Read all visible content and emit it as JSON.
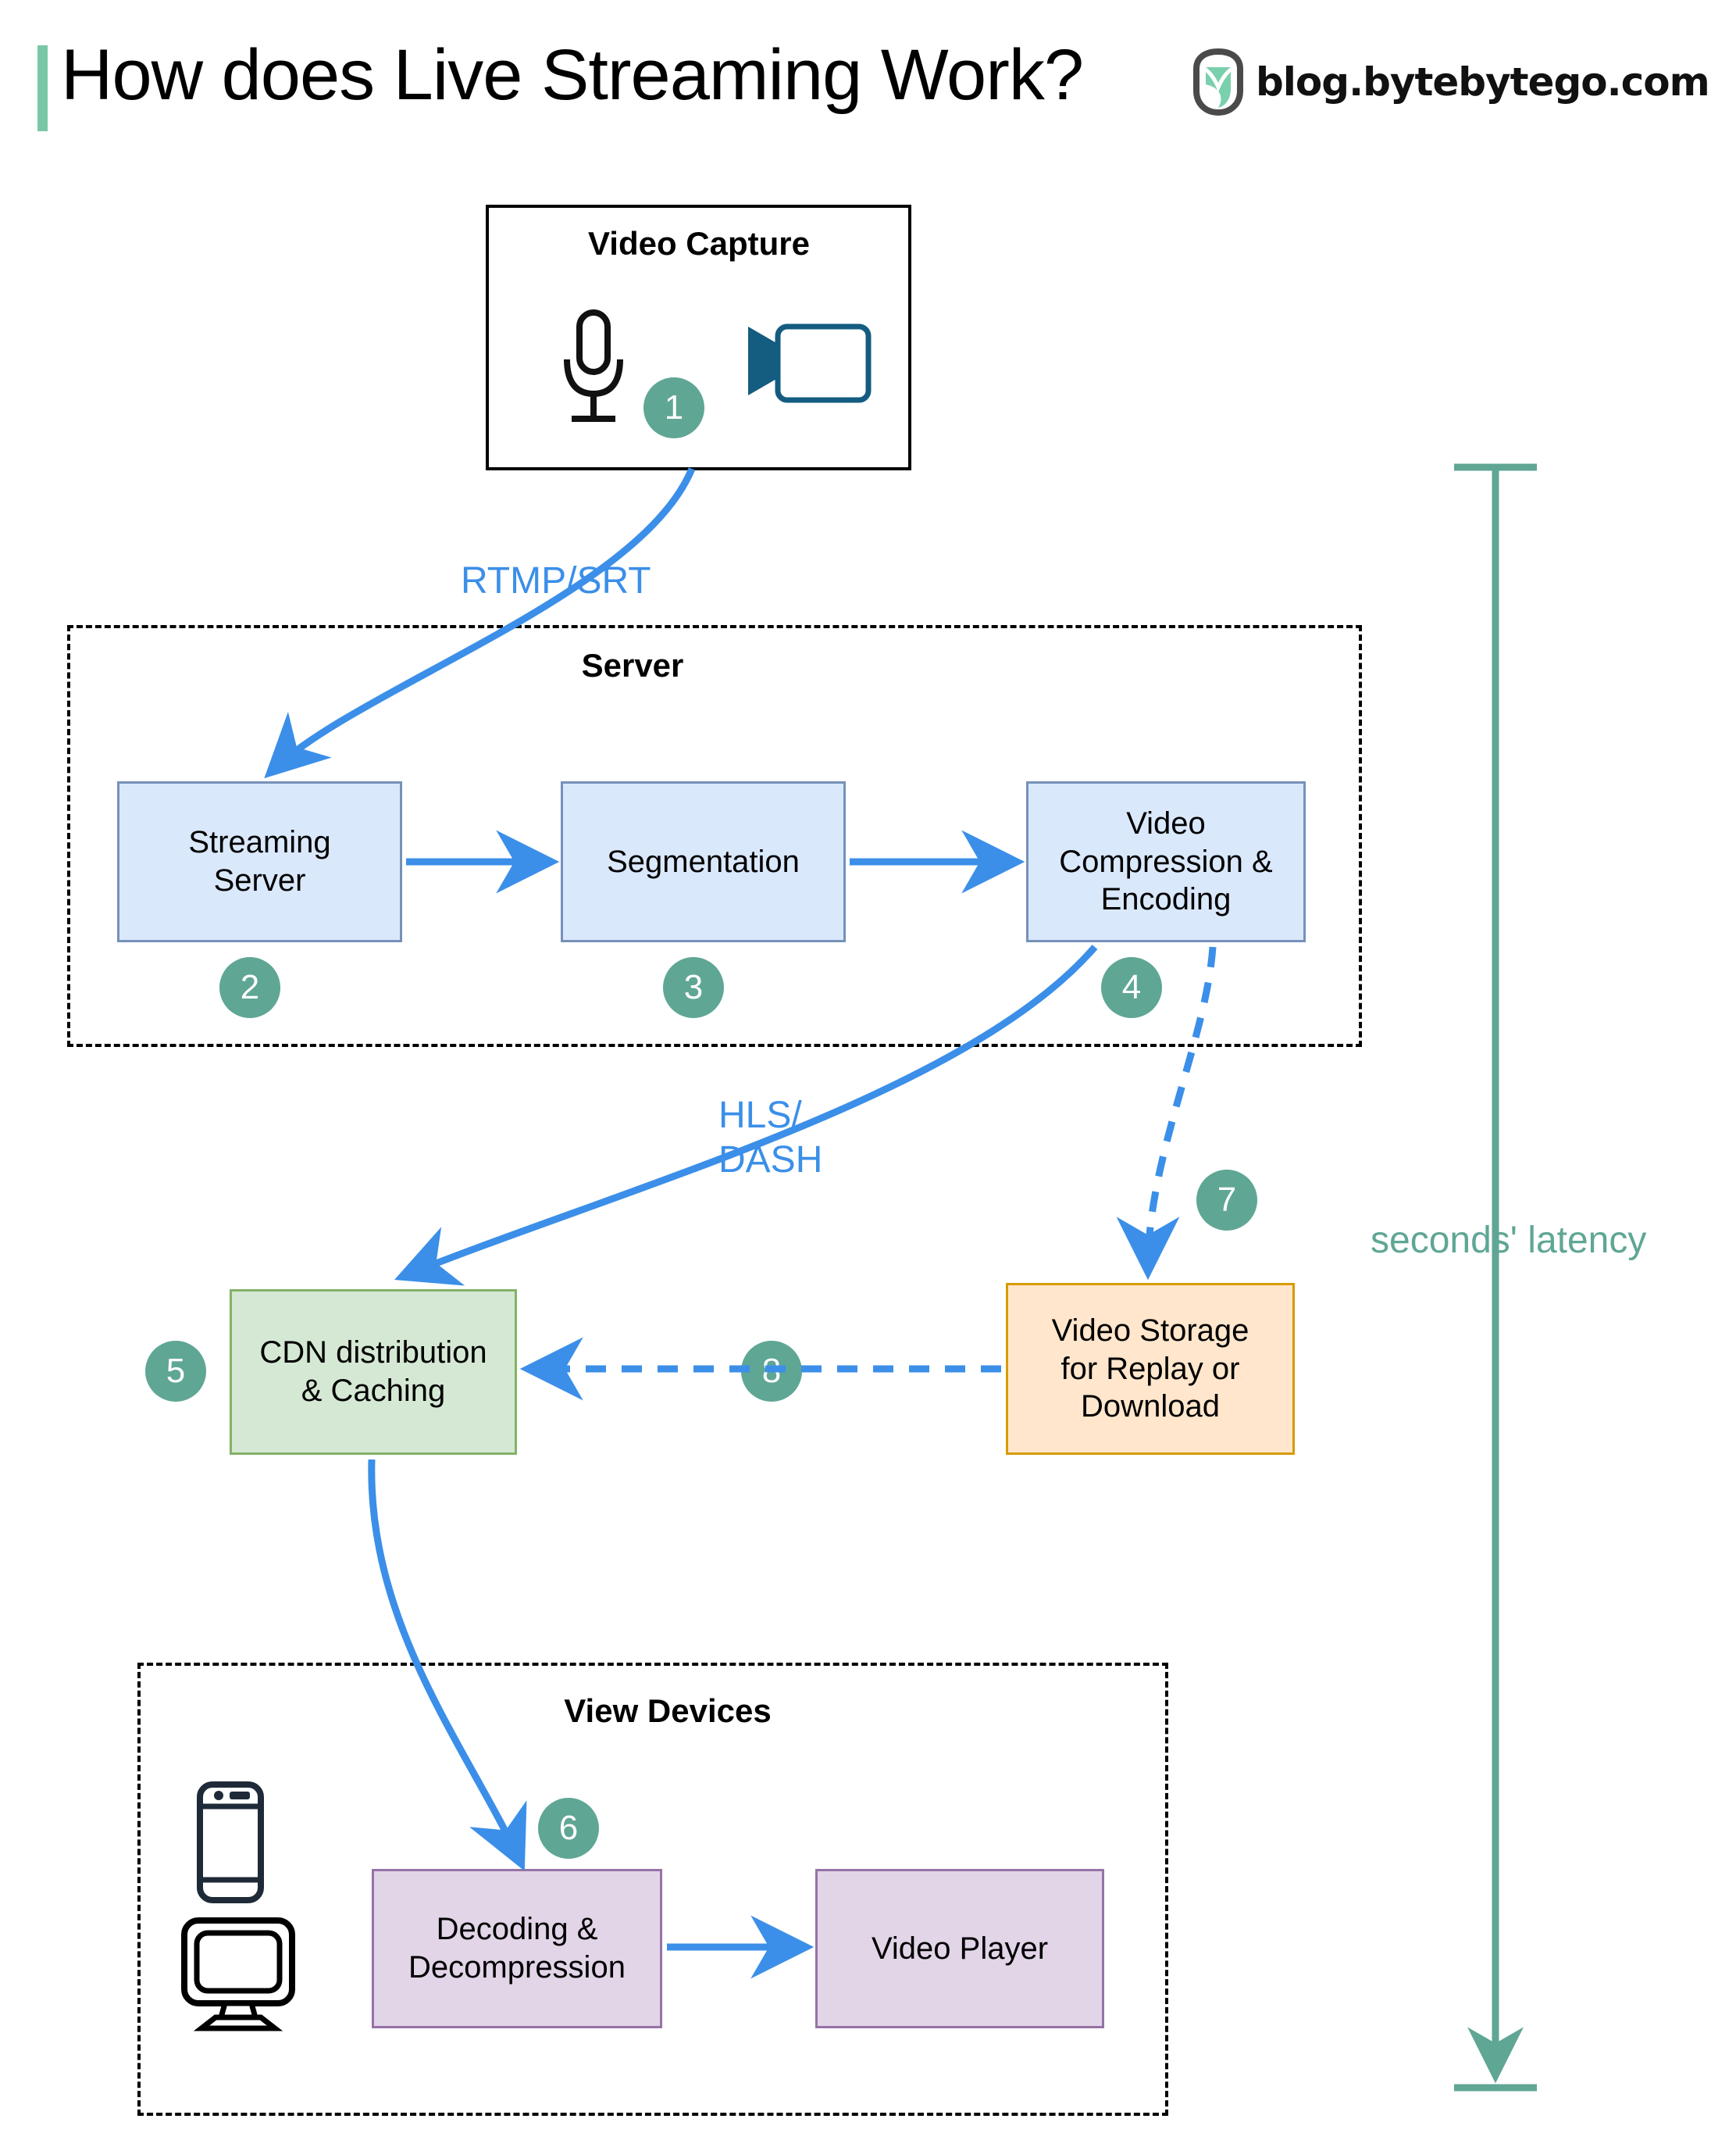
{
  "header": {
    "title": "How does Live Streaming Work?",
    "brand": "blog.bytebytego.com",
    "logo_icon": "bytebytego-logo-icon",
    "accent_color": "#7ac7a8"
  },
  "colors": {
    "badge": "#5fa695",
    "arrow_blue": "#3b8fe8",
    "blue_node_fill": "#dae8fc",
    "blue_node_stroke": "#7691b8",
    "green_node_fill": "#d5e8d4",
    "green_node_stroke": "#82b366",
    "orange_node_fill": "#ffe6cc",
    "orange_node_stroke": "#d79b00",
    "purple_node_fill": "#e1d5e7",
    "purple_node_stroke": "#9673a6",
    "latency_teal": "#5fa695"
  },
  "groups": {
    "capture": {
      "title": "Video Capture"
    },
    "server": {
      "title": "Server"
    },
    "devices": {
      "title": "View Devices"
    }
  },
  "nodes": {
    "streaming_server": "Streaming\nServer",
    "segmentation": "Segmentation",
    "video_compression": "Video\nCompression &\nEncoding",
    "cdn": "CDN distribution\n& Caching",
    "video_storage": "Video Storage\nfor Replay or\nDownload",
    "decoding": "Decoding &\nDecompression",
    "video_player": "Video Player"
  },
  "icons": {
    "microphone": "microphone-icon",
    "video_camera": "video-camera-icon",
    "phone": "mobile-phone-icon",
    "monitor": "desktop-monitor-icon"
  },
  "badges": {
    "b1": "1",
    "b2": "2",
    "b3": "3",
    "b4": "4",
    "b5": "5",
    "b6": "6",
    "b7": "7",
    "b8": "8"
  },
  "edge_labels": {
    "rtmp_srt": "RTMP/SRT",
    "hls_dash": "HLS/\nDASH"
  },
  "annotations": {
    "latency": "seconds' latency"
  }
}
